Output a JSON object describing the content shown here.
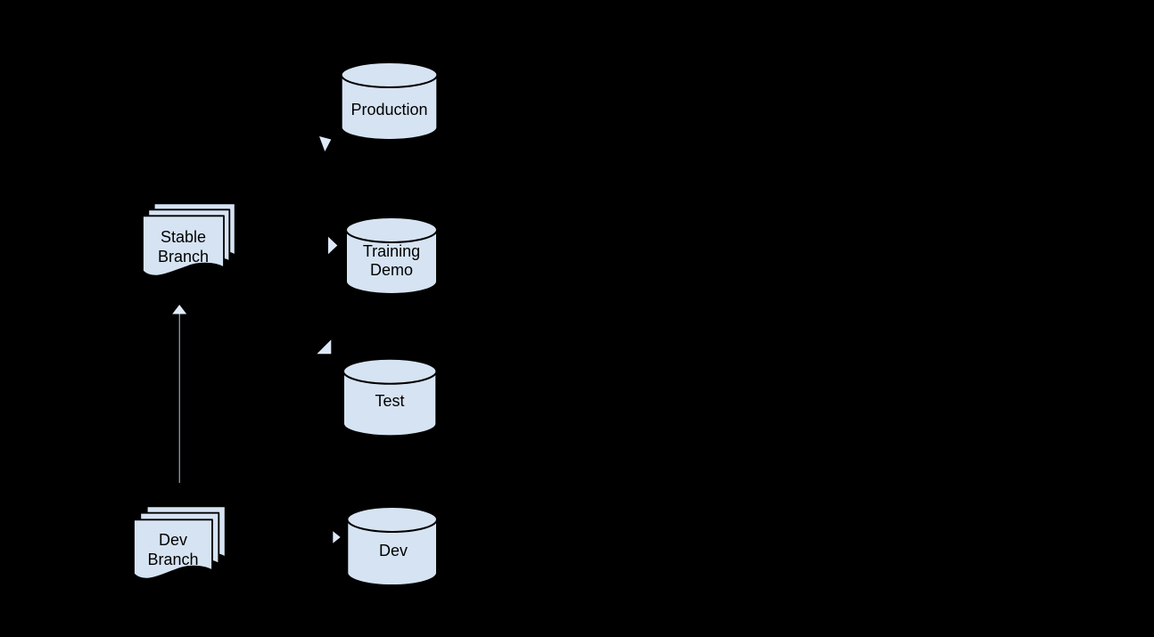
{
  "diagram": {
    "background": "#000000",
    "nodes": {
      "stable_branch": {
        "shape": "multi-document",
        "lines": [
          "Stable",
          "Branch"
        ]
      },
      "dev_branch": {
        "shape": "multi-document",
        "lines": [
          "Dev",
          "Branch"
        ]
      },
      "production": {
        "shape": "database-cylinder",
        "lines": [
          "Production"
        ]
      },
      "training_demo": {
        "shape": "database-cylinder",
        "lines": [
          "Training",
          "Demo"
        ]
      },
      "test": {
        "shape": "database-cylinder",
        "lines": [
          "Test"
        ]
      },
      "dev": {
        "shape": "database-cylinder",
        "lines": [
          "Dev"
        ]
      }
    },
    "edges": [
      {
        "from": "Dev Branch",
        "to": "Stable Branch",
        "style": "solid-gray-line-with-up-arrowhead"
      },
      {
        "from": "Stable Branch",
        "to": "Production",
        "style": "arrowhead-only"
      },
      {
        "from": "Stable Branch",
        "to": "Training Demo",
        "style": "arrowhead-only"
      },
      {
        "from": "Stable Branch",
        "to": "Test",
        "style": "arrowhead-only"
      },
      {
        "from": "Dev Branch",
        "to": "Dev",
        "style": "arrowhead-only"
      }
    ]
  },
  "colors": {
    "background": "#000000",
    "shape_fill": "#d6e3f2",
    "shape_stroke": "#000000",
    "label_text": "#000000",
    "arrowhead_fill": "#dce8f6",
    "merge_line": "#878e98",
    "merge_arrowhead_fill": "#e2ecf8"
  }
}
